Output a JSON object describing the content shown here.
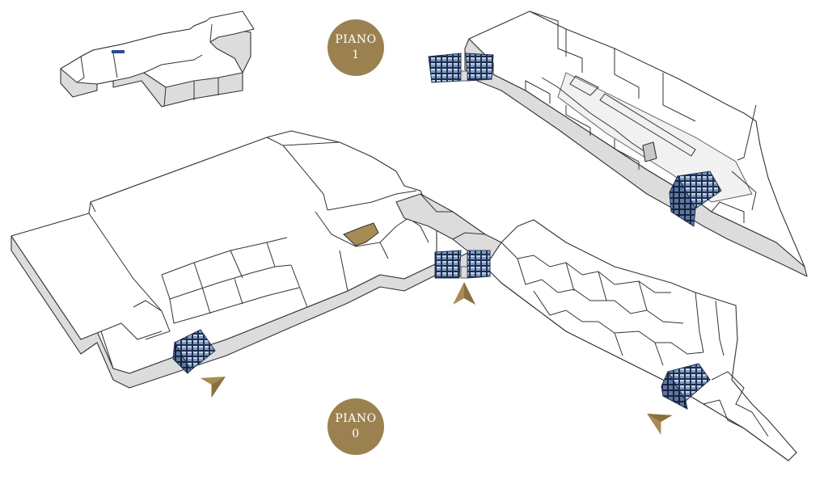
{
  "floors": [
    {
      "id": "floor-1",
      "label_line1": "PIANO",
      "label_line2": "1"
    },
    {
      "id": "floor-0",
      "label_line1": "PIANO",
      "label_line2": "0"
    }
  ],
  "colors": {
    "badge_gold": "#9c8150",
    "highlight_unit": "#a88a55",
    "glass_dark": "#1e2f4f",
    "glass_light": "#7f9bc4",
    "wall": "#dcdcdc",
    "roof": "#ffffff",
    "outline": "#333333"
  },
  "icons": {
    "entrance": "entrance-arrow-icon",
    "glass_entrance_block": "glass-entrance-icon"
  },
  "entrances_count": 3,
  "glass_blocks_count": 5
}
